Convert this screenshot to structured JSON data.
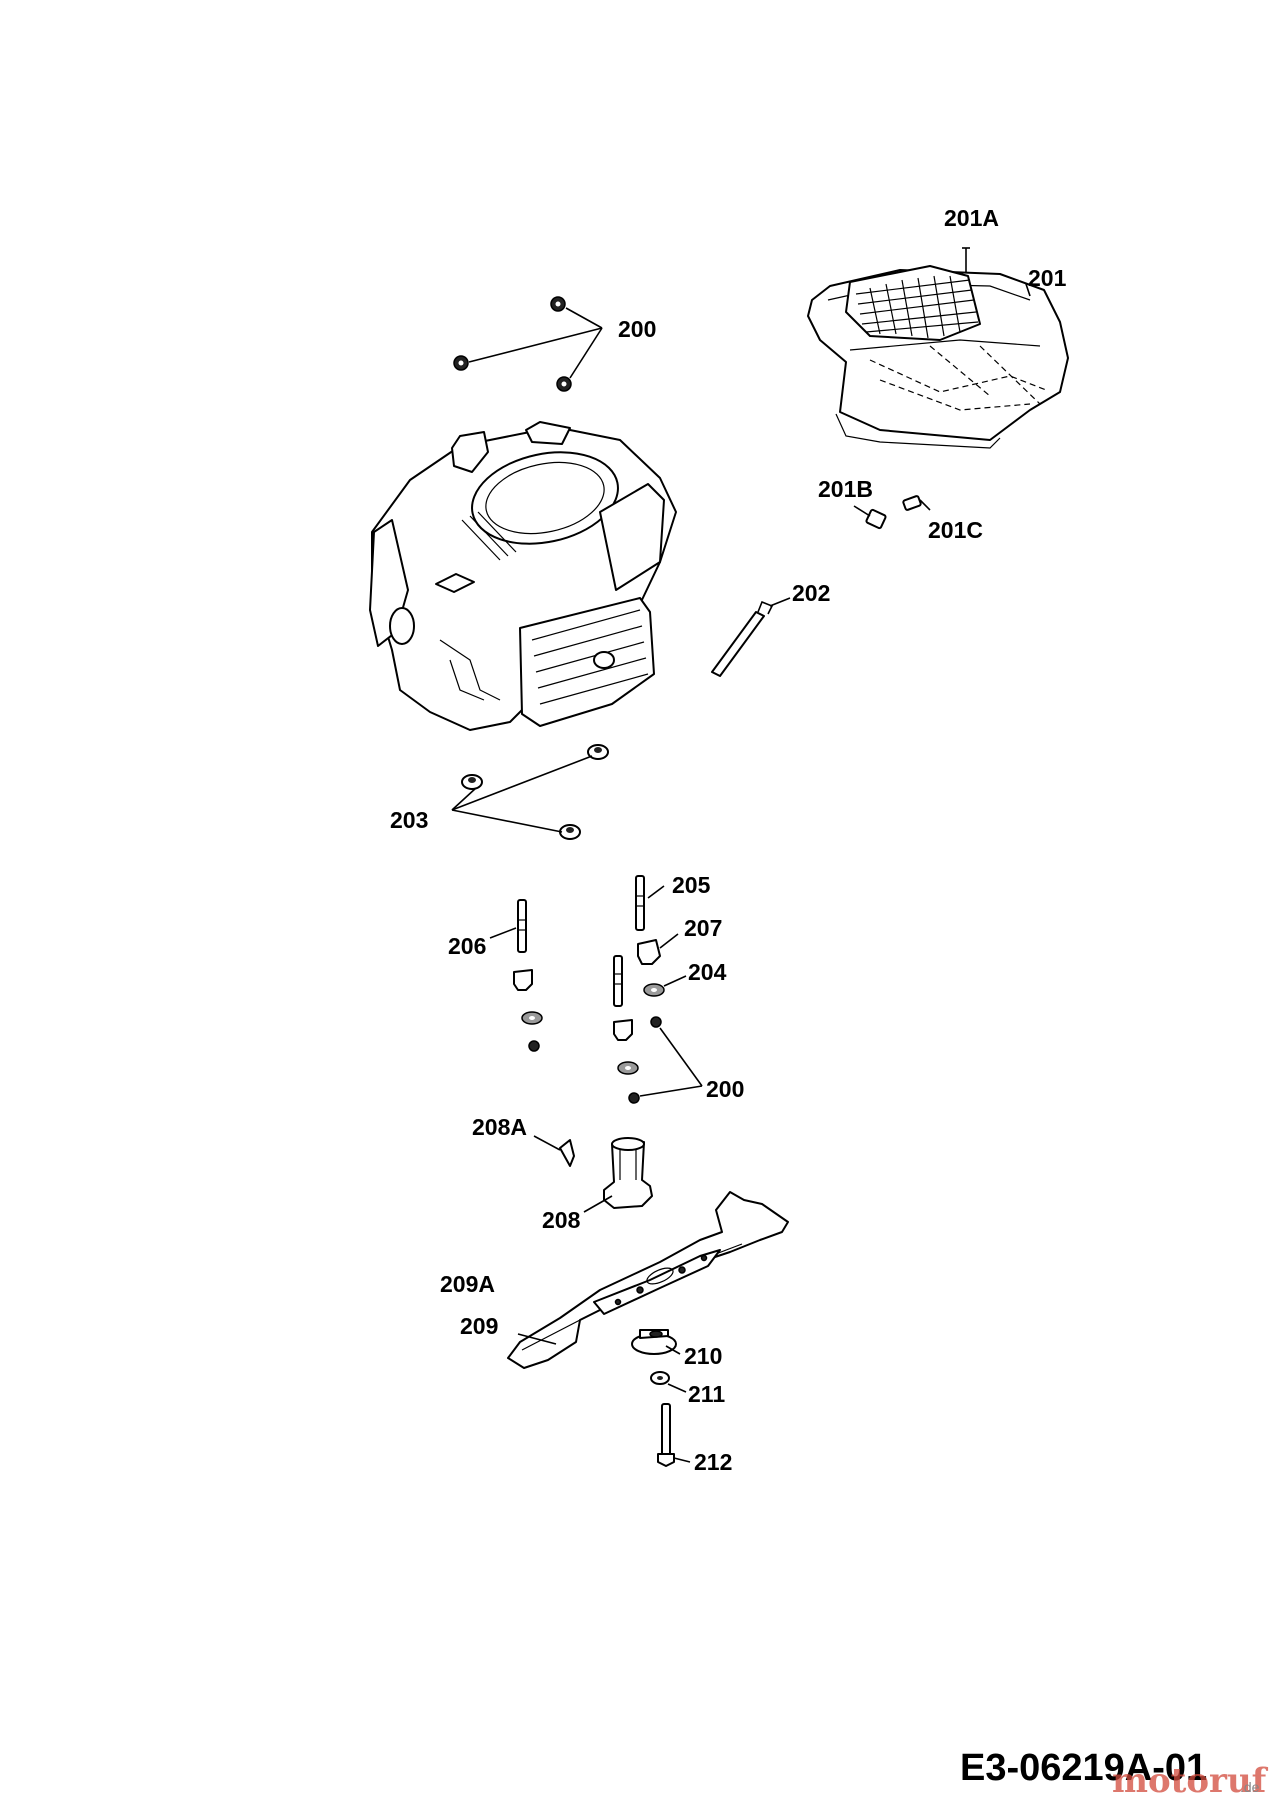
{
  "labels": {
    "l200a": "200",
    "l201a": "201A",
    "l201": "201",
    "l201b": "201B",
    "l201c": "201C",
    "l202": "202",
    "l203": "203",
    "l205": "205",
    "l206": "206",
    "l207": "207",
    "l204": "204",
    "l200b": "200",
    "l208a": "208A",
    "l208": "208",
    "l209a": "209A",
    "l209": "209",
    "l210": "210",
    "l211": "211",
    "l212": "212"
  },
  "reference": "E3-06219A-01",
  "watermark": {
    "brand": "motoruf",
    "tld": ".de",
    "colors": [
      "#e8a21a",
      "#7a5aa8",
      "#3a7fc0",
      "#d24a3c"
    ]
  }
}
